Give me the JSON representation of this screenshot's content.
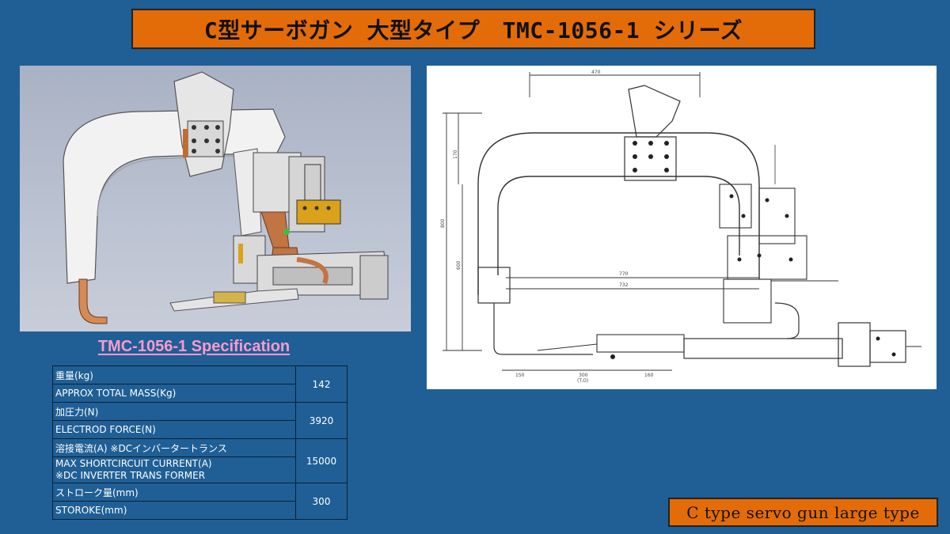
{
  "title": "C型サーボガン 大型タイプ　TMC-1056-1 シリーズ",
  "spec_heading": "TMC-1056-1  Specification",
  "spec_table": [
    {
      "label_jp": "重量(kg)",
      "label_en": "APPROX TOTAL MASS(Kg)",
      "value": "142"
    },
    {
      "label_jp": "加圧力(N)",
      "label_en": "ELECTROD FORCE(N)",
      "value": "3920"
    },
    {
      "label_jp": "溶接電流(A) ※DCインバータートランス",
      "label_en": "MAX SHORTCIRCUIT CURRENT(A)",
      "label_en2": "※DC INVERTER TRANS FORMER",
      "value": "15000"
    },
    {
      "label_jp": "ストローク量(mm)",
      "label_en": "STOROKE(mm)",
      "value": "300"
    }
  ],
  "drawing_dims": {
    "d470": "470",
    "d770": "770",
    "d732": "732",
    "d170": "170",
    "d800": "800",
    "d600": "600",
    "d150": "150",
    "d300": "300",
    "d300_sub": "(T.O)",
    "d160": "160"
  },
  "caption": "C type servo gun large type"
}
